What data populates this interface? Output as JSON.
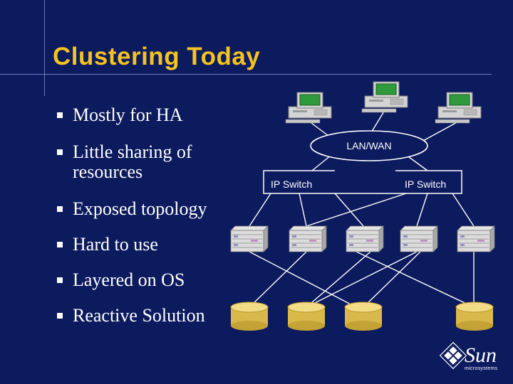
{
  "slide": {
    "title": "Clustering Today",
    "bullets": [
      "Mostly for HA",
      "Little sharing of\nresources",
      "Exposed topology",
      "Hard to use",
      "Layered on OS",
      "Reactive Solution"
    ]
  },
  "diagram": {
    "network_label": "LAN/WAN",
    "switch_left_label": "IP Switch",
    "switch_right_label": "IP Switch",
    "workstations": 3,
    "servers": 5,
    "storage_disks": 4
  },
  "logo": {
    "brand": "Sun",
    "sub": "microsystems"
  },
  "colors": {
    "background": "#0c1a5e",
    "title": "#f2c321",
    "text": "#ffffff",
    "disk": "#d9b94a",
    "screen": "#2e9a3c"
  }
}
